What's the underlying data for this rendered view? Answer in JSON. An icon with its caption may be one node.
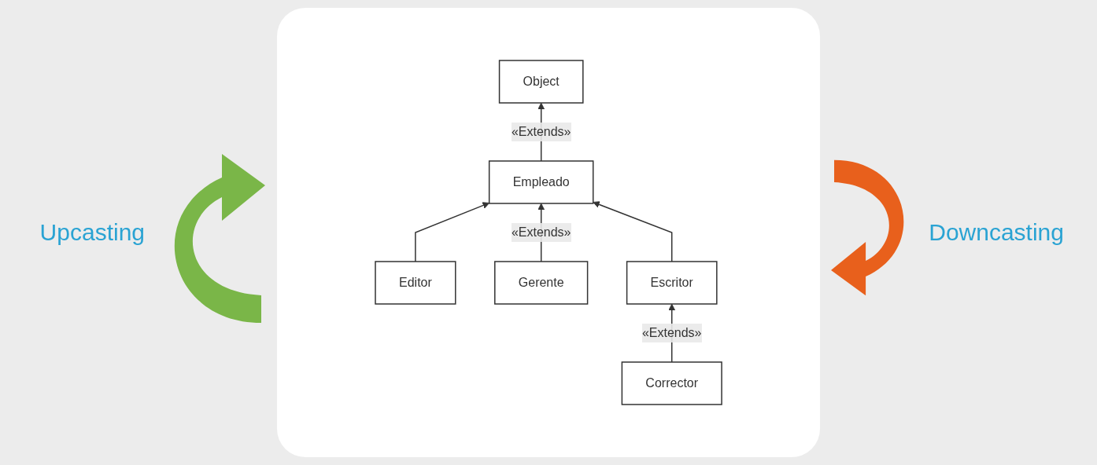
{
  "diagram": {
    "nodes": [
      {
        "text": [
          "Object"
        ]
      },
      {
        "text": [
          "Empleado"
        ]
      },
      {
        "text": [
          "Editor"
        ]
      },
      {
        "text": [
          "Gerente"
        ]
      },
      {
        "text": [
          "Escritor"
        ]
      },
      {
        "text": [
          "Corrector"
        ]
      }
    ],
    "edges": [
      {
        "from": 1,
        "to": 0,
        "arrow": "to",
        "label": "«Extends»"
      },
      {
        "from": 2,
        "to": 1,
        "arrow": "to"
      },
      {
        "from": 3,
        "to": 1,
        "arrow": "to",
        "label": "«Extends»"
      },
      {
        "from": 4,
        "to": 1,
        "arrow": "to"
      },
      {
        "from": 5,
        "to": 4,
        "arrow": "to",
        "label": "«Extends»"
      }
    ],
    "labels": [
      "Upcasting",
      "Downcasting"
    ]
  }
}
